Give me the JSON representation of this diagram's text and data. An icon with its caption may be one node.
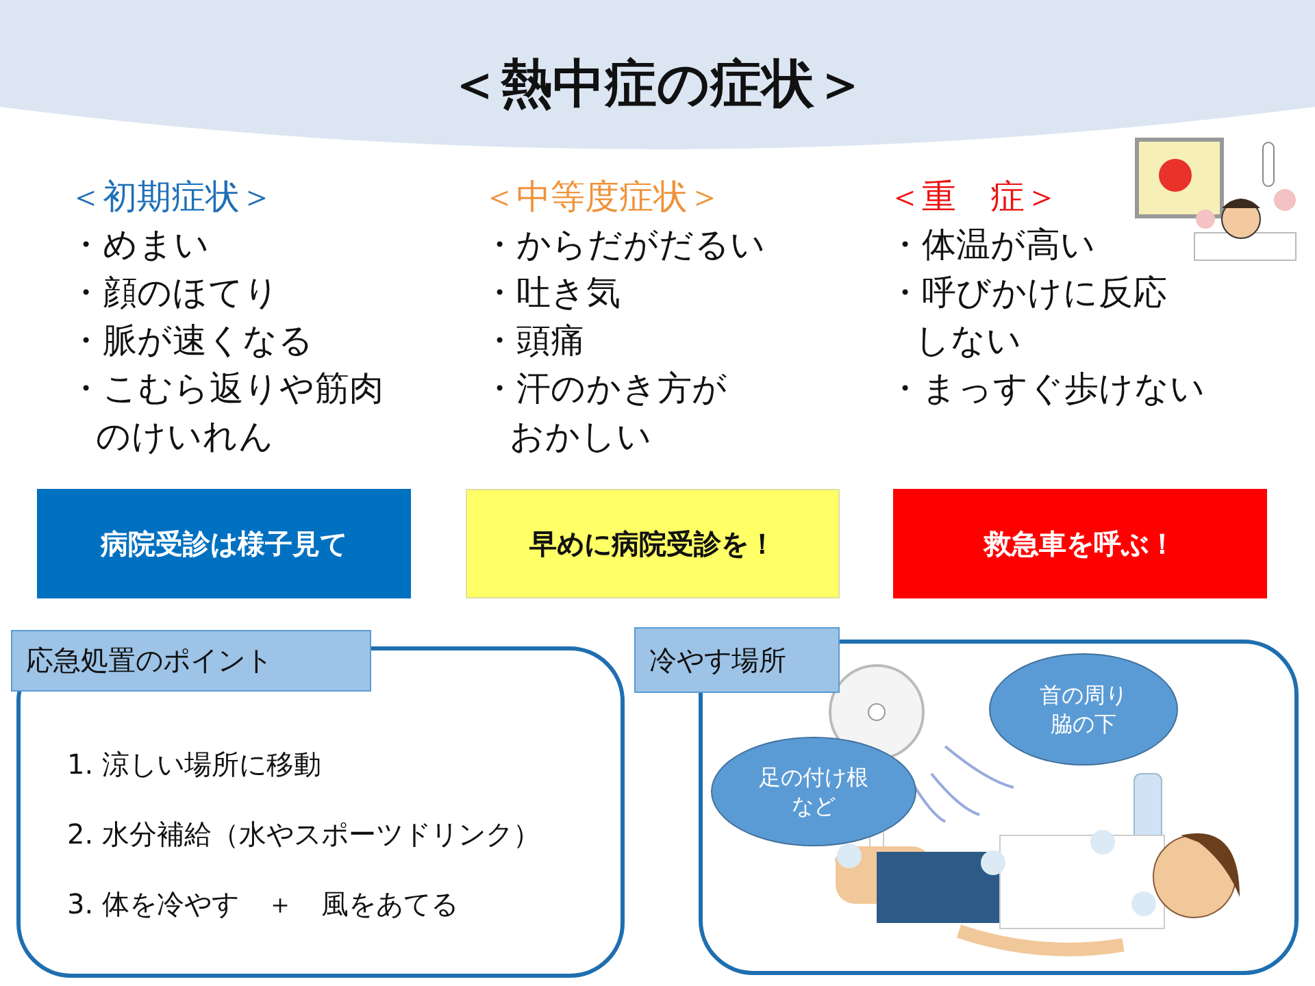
{
  "diagram": {
    "title": "＜熱中症の症状＞",
    "nodes": [
      {
        "text": [
          "病院受診は様子見て"
        ]
      },
      {
        "text": [
          "早めに病院受診を！"
        ]
      },
      {
        "text": [
          "救急車を呼ぶ！"
        ]
      },
      {
        "text": [
          "応急処置のポイント",
          "1. 涼しい場所に移動",
          "2. 水分補給（水やスポーツドリンク）",
          "3. 体を冷やす　＋　風をあてる"
        ]
      },
      {
        "text": [
          "冷やす場所"
        ]
      },
      {
        "text": [
          "首の周り脇の下"
        ],
        "in": 4
      },
      {
        "text": [
          "足の付け根など"
        ],
        "in": 4
      }
    ],
    "labels": [
      "＜初期症状＞",
      "・めまい",
      "・顔のほてり",
      "・脈が速くなる",
      "・こむら返りや筋肉のけいれん",
      "＜中等度症状＞",
      "・からだがだるい",
      "・吐き気",
      "・頭痛",
      "・汗のかき方がおかしい",
      "＜重　症＞",
      "・体温が高い",
      "・呼びかけに反応しない",
      "・まっすぐ歩けない"
    ]
  }
}
